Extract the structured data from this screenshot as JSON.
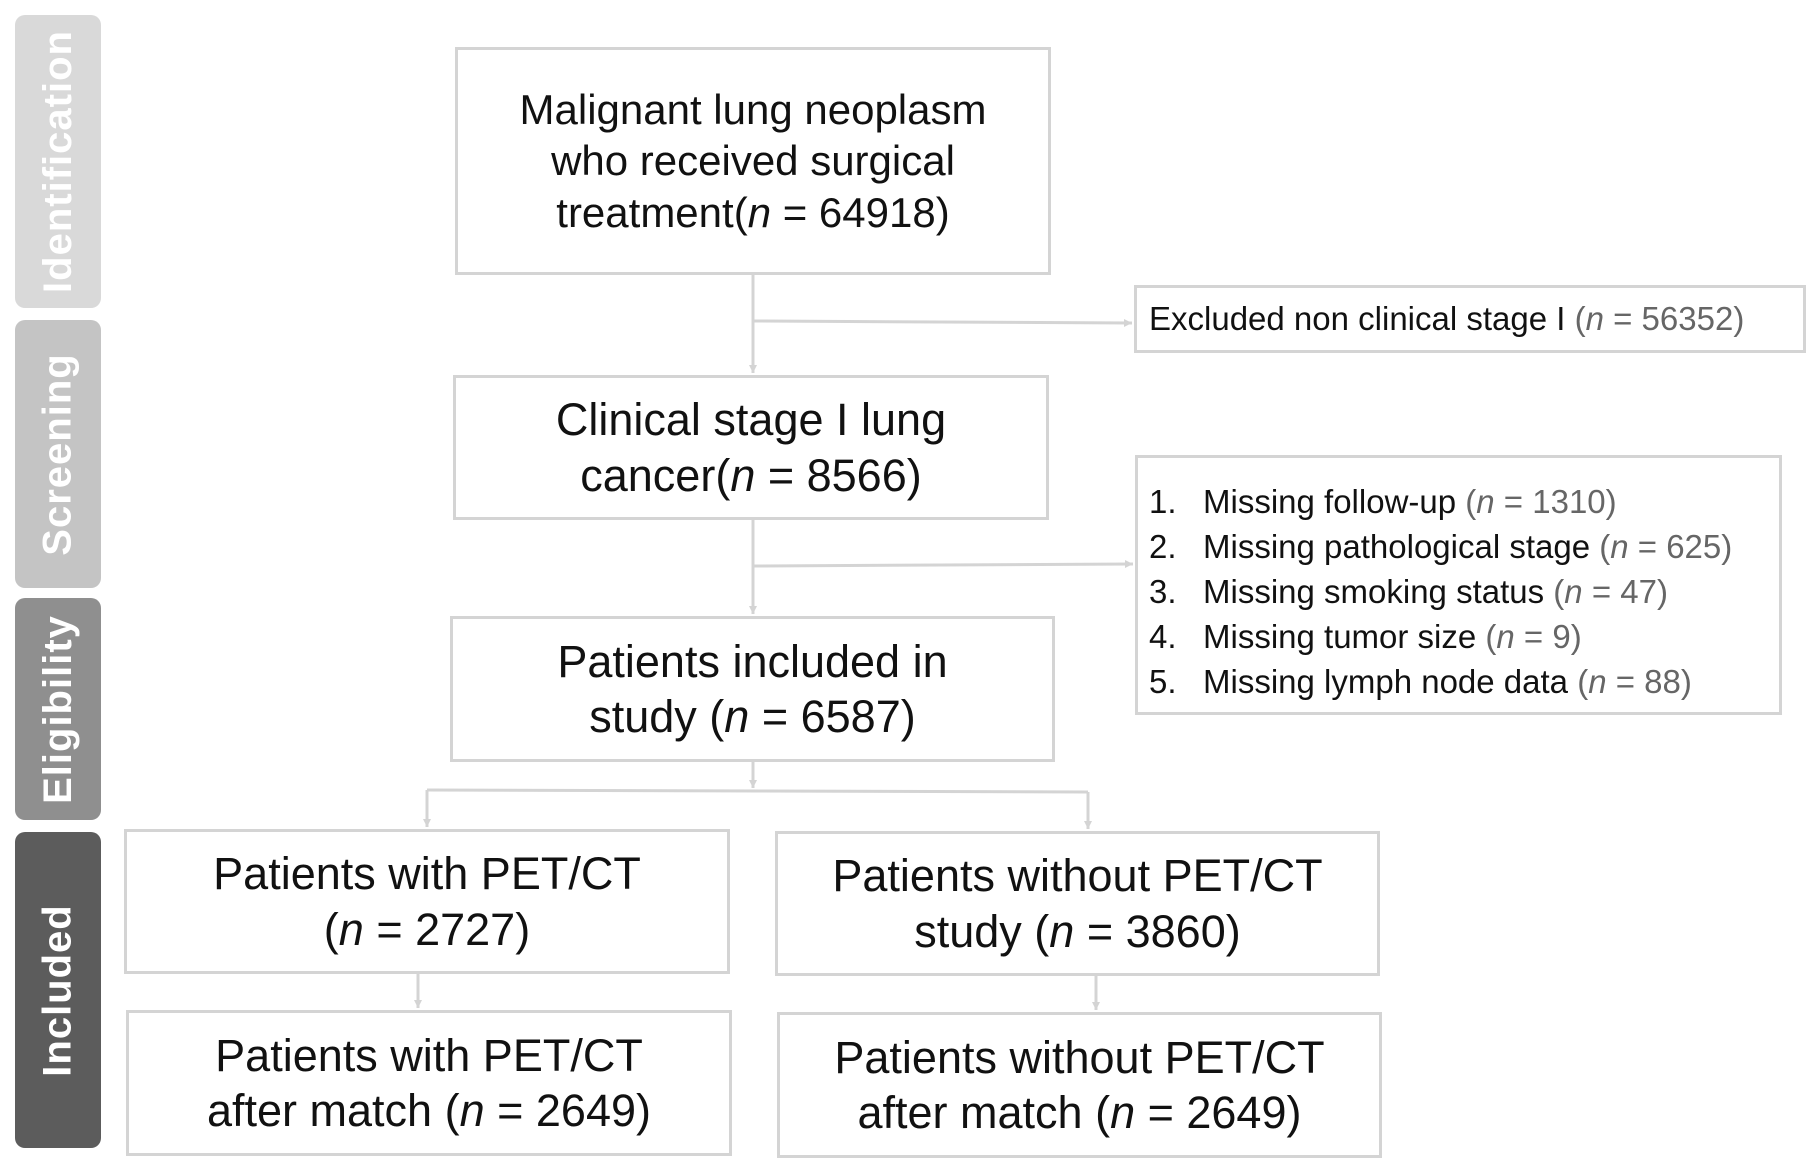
{
  "stages": {
    "identification": "Identification",
    "screening": "Screening",
    "eligibility": "Eligibility",
    "included": "Included"
  },
  "boxes": {
    "identified": {
      "line1": "Malignant lung neoplasm",
      "line2": "who received surgical",
      "line3_pre": "treatment(",
      "n_symbol": "n",
      "line3_post": " = 64918)"
    },
    "stage1": {
      "line1": "Clinical stage I lung",
      "line2_pre": "cancer(",
      "n_symbol": "n",
      "line2_post": " = 8566)"
    },
    "included": {
      "line1": "Patients included in",
      "line2_pre": "study (",
      "n_symbol": "n",
      "line2_post": " = 6587)"
    },
    "pet": {
      "line1": "Patients with PET/CT",
      "line2_pre": "(",
      "n_symbol": "n",
      "line2_post": " = 2727)"
    },
    "nopet": {
      "line1": "Patients without PET/CT",
      "line2_pre": "study (",
      "n_symbol": "n",
      "line2_post": " = 3860)"
    },
    "pet_matched": {
      "line1": "Patients with PET/CT",
      "line2_pre": "after match (",
      "n_symbol": "n",
      "line2_post": " = 2649)"
    },
    "nopet_matched": {
      "line1": "Patients without PET/CT",
      "line2_pre": "after match (",
      "n_symbol": "n",
      "line2_post": " = 2649)"
    }
  },
  "exclusions": {
    "first": {
      "label": "Excluded non clinical stage I ",
      "count_pre": "(",
      "n_symbol": "n",
      "count_post": " = 56352)"
    },
    "second": [
      {
        "num": "1.",
        "label": "Missing follow-up ",
        "count_pre": "(",
        "n_symbol": "n",
        "count_post": " = 1310)"
      },
      {
        "num": "2.",
        "label": "Missing pathological stage ",
        "count_pre": "(",
        "n_symbol": "n",
        "count_post": " = 625)"
      },
      {
        "num": "3.",
        "label": "Missing smoking status ",
        "count_pre": "(",
        "n_symbol": "n",
        "count_post": " = 47)"
      },
      {
        "num": "4.",
        "label": "Missing tumor size ",
        "count_pre": "(",
        "n_symbol": "n",
        "count_post": " = 9)"
      },
      {
        "num": "5.",
        "label": "Missing lymph node data ",
        "count_pre": "(",
        "n_symbol": "n",
        "count_post": " = 88)"
      }
    ]
  },
  "colors": {
    "box_border": "#d4d4d4",
    "connector": "#d4d4d4",
    "stage_identification": "#d9d9d9",
    "stage_screening": "#c4c4c4",
    "stage_eligibility": "#8f8f8f",
    "stage_included": "#5c5c5c"
  }
}
